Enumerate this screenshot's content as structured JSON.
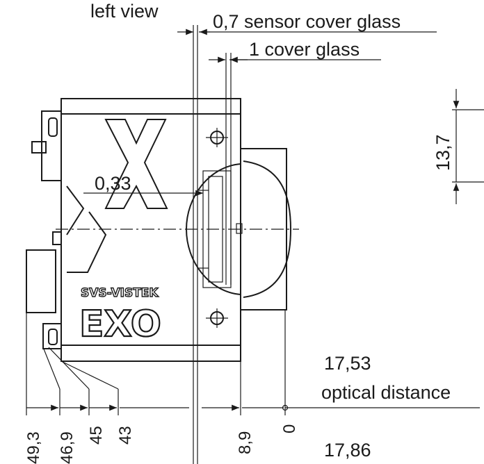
{
  "view_title": "left view",
  "callouts": {
    "sensor_cover_glass": "0,7 sensor cover glass",
    "cover_glass": "1 cover glass",
    "offset": "0,33",
    "height": "13,7"
  },
  "optical": {
    "value_top": "17,53",
    "caption": "optical distance",
    "value_bottom": "17,86"
  },
  "bottom_dims": {
    "d1": "49,3",
    "d2": "46,9",
    "d3": "45",
    "d4": "43",
    "d5": "8,9",
    "d6": "0"
  },
  "logo": {
    "brand": "SVS-VISTEK",
    "model": "EXO"
  }
}
